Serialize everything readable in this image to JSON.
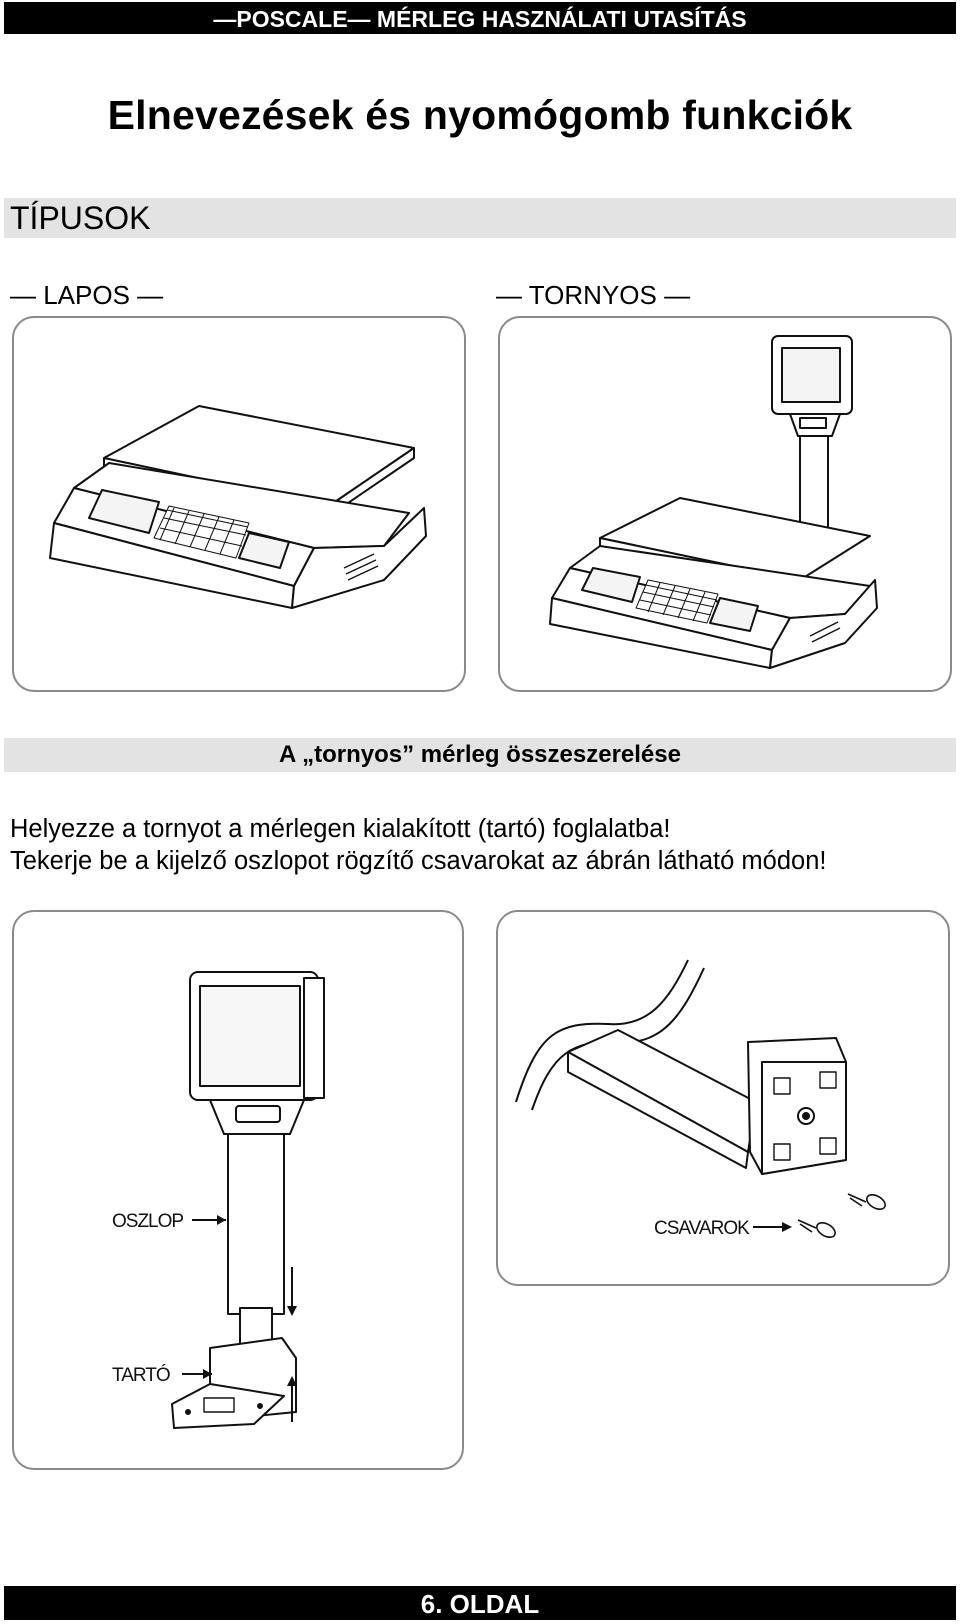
{
  "header": {
    "title": "—POSCALE— MÉRLEG HASZNÁLATI UTASÍTÁS"
  },
  "page_title": "Elnevezések és nyomógomb funkciók",
  "types": {
    "heading": "TÍPUSOK",
    "flat_label": "— LAPOS —",
    "tower_label": "— TORNYOS —"
  },
  "assembly": {
    "heading": "A „tornyos” mérleg összeszerelése",
    "line1": "Helyezze a tornyot a mérlegen kialakított (tartó) foglalatba!",
    "line2": "Tekerje be a kijelző oszlopot rögzítő csavarokat az ábrán látható módon!"
  },
  "figure_labels": {
    "column": "OSZLOP",
    "holder": "TARTÓ",
    "screws": "CSAVAROK"
  },
  "footer": {
    "page": "6. OLDAL"
  }
}
